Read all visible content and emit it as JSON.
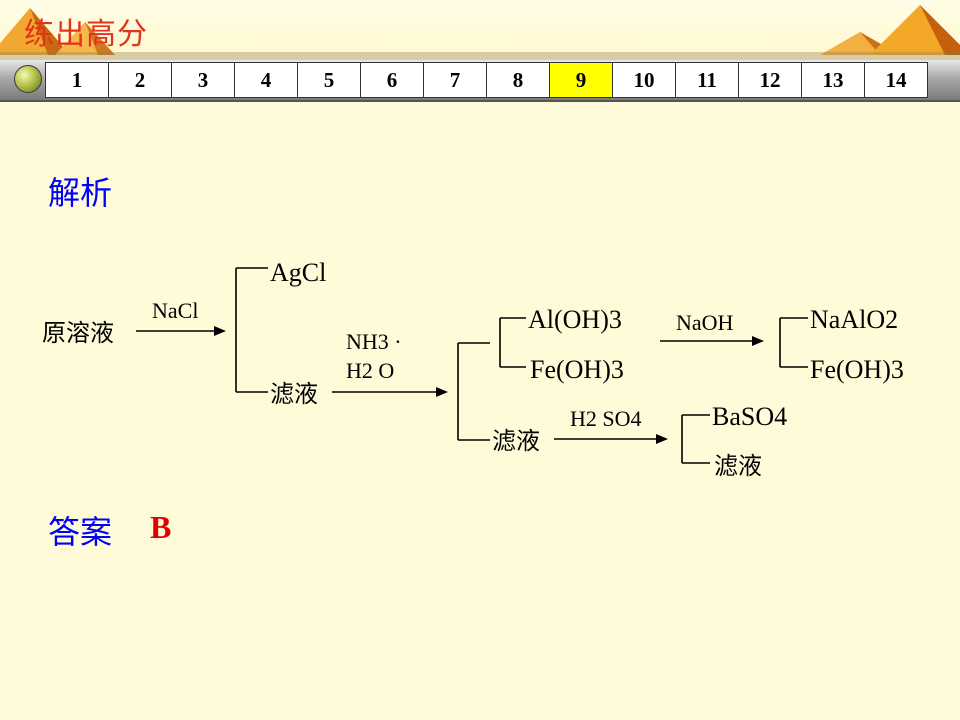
{
  "header": {
    "title": "练出高分"
  },
  "nav": {
    "items": [
      "1",
      "2",
      "3",
      "4",
      "5",
      "6",
      "7",
      "8",
      "9",
      "10",
      "11",
      "12",
      "13",
      "14"
    ],
    "active": "9"
  },
  "analysis": {
    "label": "解析"
  },
  "diagram": {
    "start": "原溶液",
    "r1": "NaCl",
    "agcl": "AgCl",
    "filtrate1": "滤液",
    "r2_line1": "NH3 ·",
    "r2_line2": "H2 O",
    "aloh3": "Al(OH)3",
    "feoh3_a": "Fe(OH)3",
    "r3": "NaOH",
    "naalo2": "NaAlO2",
    "feoh3_b": "Fe(OH)3",
    "filtrate2": "滤液",
    "r4": "H2 SO4",
    "baso4": "BaSO4",
    "filtrate3": "滤液"
  },
  "answer": {
    "label": "答案",
    "value": "B"
  }
}
